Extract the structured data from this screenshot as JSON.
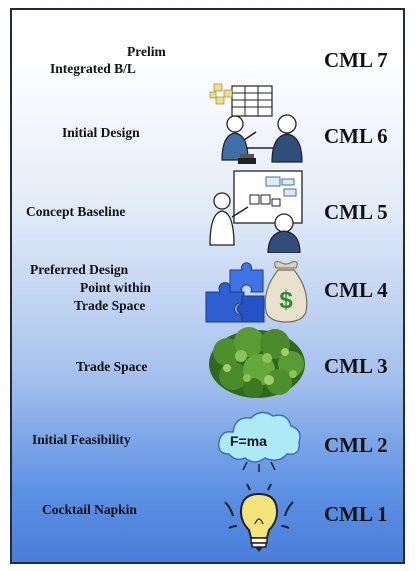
{
  "levels": [
    {
      "level": "CML 7",
      "lines": [
        "Prelim",
        "Integrated B/L"
      ],
      "icon": "team-planning-icon"
    },
    {
      "level": "CML 6",
      "lines": [
        "Initial Design"
      ],
      "icon": "design-review-icon"
    },
    {
      "level": "CML 5",
      "lines": [
        "Concept Baseline"
      ],
      "icon": "presentation-board-icon"
    },
    {
      "level": "CML 4",
      "lines": [
        "Preferred Design",
        "Point within",
        "Trade Space"
      ],
      "icon": "puzzle-money-bag-icon"
    },
    {
      "level": "CML 3",
      "lines": [
        "Trade Space"
      ],
      "icon": "tree-canopy-icon"
    },
    {
      "level": "CML 2",
      "lines": [
        "Initial Feasibility"
      ],
      "icon": "cloud-formula-icon",
      "icon_text": "F=ma"
    },
    {
      "level": "CML 1",
      "lines": [
        "Cocktail Napkin"
      ],
      "icon": "light-bulb-icon"
    }
  ],
  "colors": {
    "frame_border": "#1f2d3d",
    "gradient_top": "#ffffff",
    "gradient_bottom": "#4a7fda",
    "money_green": "#2e8b2e",
    "puzzle_blue": "#2f5fd0",
    "cloud_fill": "#aeeaf5",
    "bulb_yellow": "#f3e47a"
  }
}
